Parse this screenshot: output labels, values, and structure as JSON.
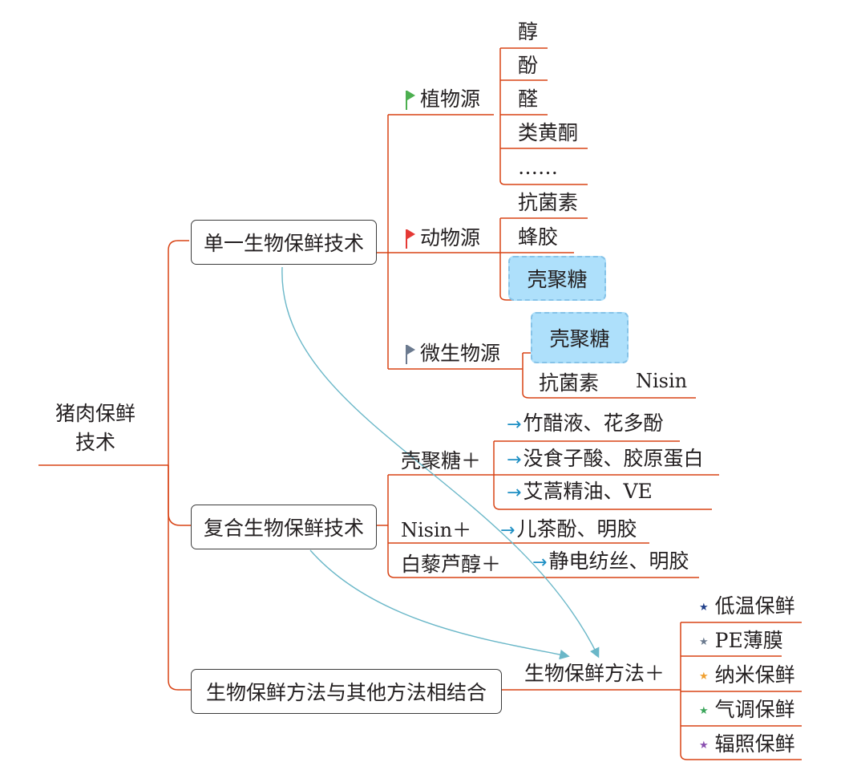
{
  "root": "猪肉保鲜技术",
  "branches": {
    "single": "单一生物保鲜技术",
    "compound": "复合生物保鲜技术",
    "combined": "生物保鲜方法与其他方法相结合"
  },
  "single": {
    "plant": {
      "label": "植物源",
      "flag_color": "#4caf50",
      "items": [
        "醇",
        "酚",
        "醛",
        "类黄酮",
        "……"
      ]
    },
    "animal": {
      "label": "动物源",
      "flag_color": "#e53935",
      "items": [
        "抗菌素",
        "蜂胶",
        "壳聚糖"
      ]
    },
    "microbe": {
      "label": "微生物源",
      "flag_color": "#6b7a8f",
      "items": [
        "壳聚糖",
        "抗菌素",
        "Nisin"
      ]
    }
  },
  "compound": {
    "chitosan": {
      "label": "壳聚糖＋",
      "items": [
        "竹醋液、花多酚",
        "没食子酸、胶原蛋白",
        "艾蒿精油、VE"
      ]
    },
    "nisin": {
      "label": "Nisin＋",
      "items": [
        "儿茶酚、明胶"
      ]
    },
    "resveratrol": {
      "label": "白藜芦醇＋",
      "items": [
        "静电纺丝、明胶"
      ]
    }
  },
  "combined": {
    "label": "生物保鲜方法＋",
    "items": [
      {
        "text": "低温保鲜",
        "star_color": "#1f3f8a"
      },
      {
        "text": "PE薄膜",
        "star_color": "#6b7a8f"
      },
      {
        "text": "纳米保鲜",
        "star_color": "#f0a030"
      },
      {
        "text": "气调保鲜",
        "star_color": "#3aa55a"
      },
      {
        "text": "辐照保鲜",
        "star_color": "#8a4fb0"
      }
    ]
  },
  "colors": {
    "tree_line": "#d84315",
    "link_curve": "#6ab7c8",
    "highlight_fill": "#aee0fb"
  },
  "icons": {
    "flag": "flag-icon",
    "star": "star-icon",
    "arrow": "arrow-right-icon"
  }
}
